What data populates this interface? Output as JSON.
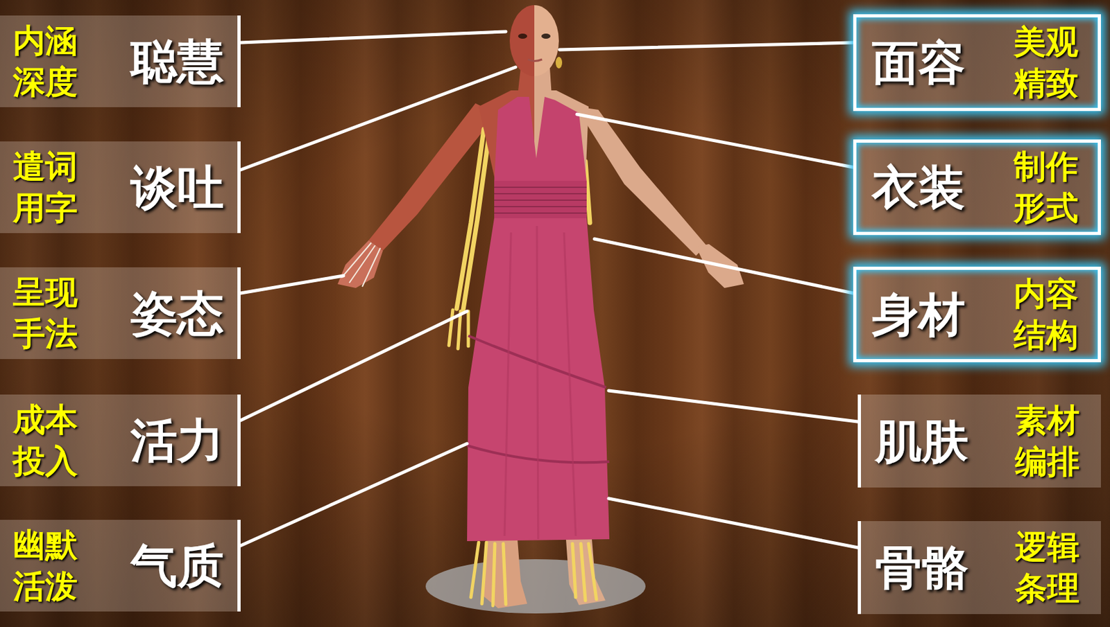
{
  "diagram": {
    "nodes": [
      {
        "text": [
          "内涵 深度",
          "聪慧"
        ]
      },
      {
        "text": [
          "遣词 用字",
          "谈吐"
        ]
      },
      {
        "text": [
          "呈现 手法",
          "姿态"
        ]
      },
      {
        "text": [
          "成本 投入",
          "活力"
        ]
      },
      {
        "text": [
          "幽默 活泼",
          "气质"
        ]
      },
      {
        "text": [
          "面容",
          "美观 精致"
        ]
      },
      {
        "text": [
          "衣装",
          "制作 形式"
        ]
      },
      {
        "text": [
          "身材",
          "内容 结构"
        ]
      },
      {
        "text": [
          "肌肤",
          "素材 编排"
        ]
      },
      {
        "text": [
          "骨骼",
          "逻辑 条理"
        ]
      }
    ]
  }
}
